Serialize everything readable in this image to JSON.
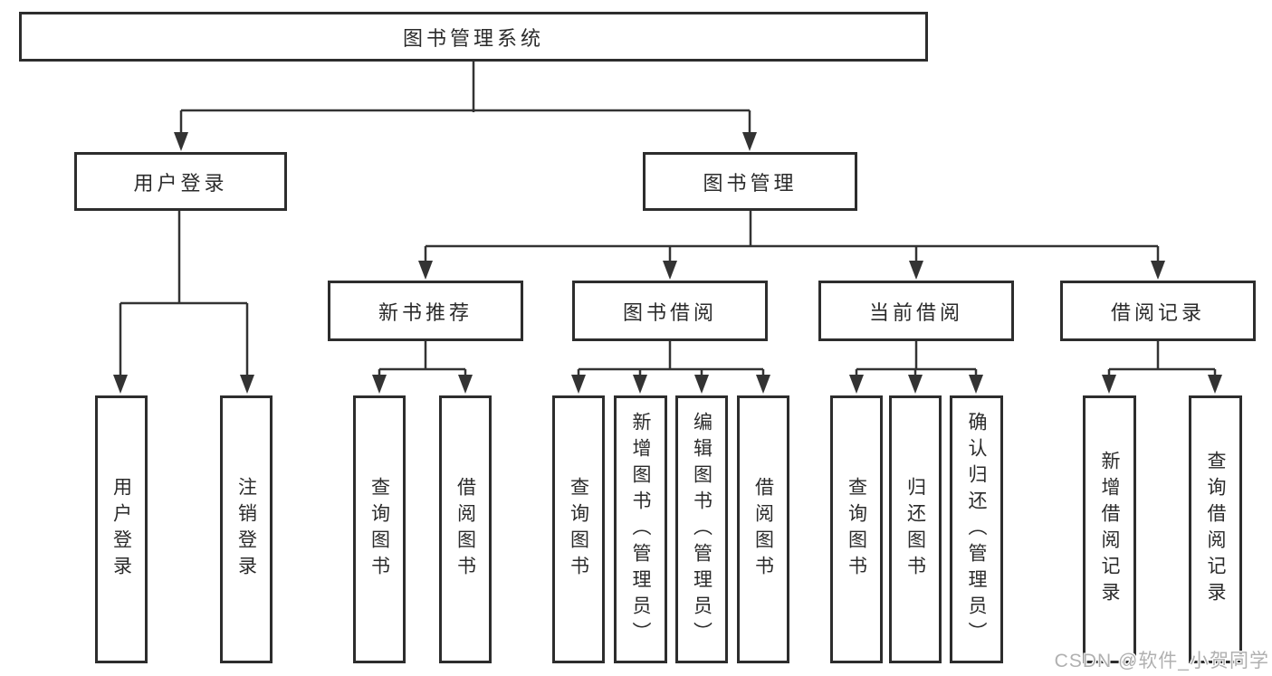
{
  "page": {
    "watermark": "CSDN @软件_小贺同学"
  },
  "colors": {
    "line": "#333333",
    "box_border": "#2d2d2d",
    "box_fill": "#ffffff",
    "text": "#2b2b2b",
    "background": "#ffffff",
    "watermark": "#b0b0b0"
  },
  "tree": {
    "root": {
      "label": "图书管理系统",
      "children": [
        {
          "label": "用户登录",
          "children": [
            {
              "label": "用户登录"
            },
            {
              "label": "注销登录"
            }
          ]
        },
        {
          "label": "图书管理",
          "children": [
            {
              "label": "新书推荐",
              "children": [
                {
                  "label": "查询图书"
                },
                {
                  "label": "借阅图书"
                }
              ]
            },
            {
              "label": "图书借阅",
              "children": [
                {
                  "label": "查询图书"
                },
                {
                  "label": "新增图书（管理员）"
                },
                {
                  "label": "编辑图书（管理员）"
                },
                {
                  "label": "借阅图书"
                }
              ]
            },
            {
              "label": "当前借阅",
              "children": [
                {
                  "label": "查询图书"
                },
                {
                  "label": "归还图书"
                },
                {
                  "label": "确认归还（管理员）"
                }
              ]
            },
            {
              "label": "借阅记录",
              "children": [
                {
                  "label": "新增借阅记录"
                },
                {
                  "label": "查询借阅记录"
                }
              ]
            }
          ]
        }
      ]
    }
  }
}
